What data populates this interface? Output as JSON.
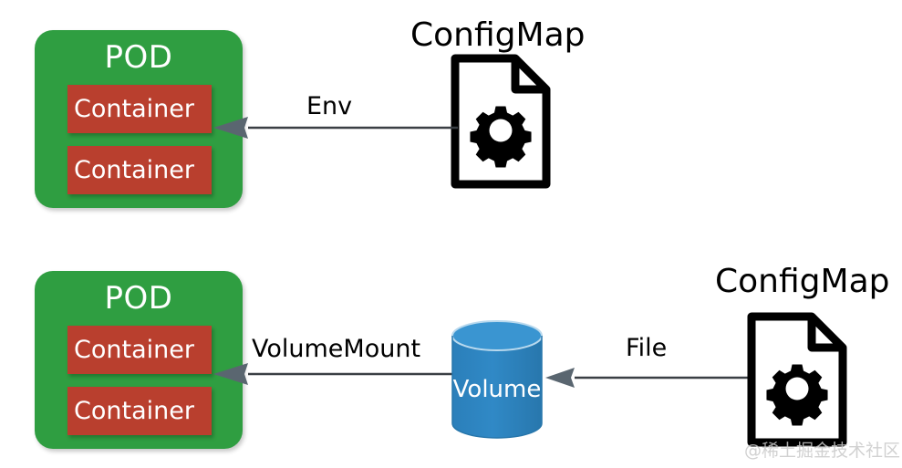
{
  "diagram": {
    "title_hidden": "Kubernetes ConfigMap consumption: Env and File/Volume",
    "background_color": "#ffffff",
    "colors": {
      "pod_green": "#2f9e41",
      "container_red": "#b93f2e",
      "volume_blue": "#2e86c1",
      "volume_blue_top": "#3a95d1",
      "arrow_gray": "#5a6670",
      "label_black": "#000000",
      "watermark_gray": "#c9c9c9"
    },
    "pods": [
      {
        "id": "pod-top",
        "title": "POD",
        "containers": [
          {
            "label": "Container"
          },
          {
            "label": "Container"
          }
        ]
      },
      {
        "id": "pod-bottom",
        "title": "POD",
        "containers": [
          {
            "label": "Container"
          },
          {
            "label": "Container"
          }
        ]
      }
    ],
    "configmaps": [
      {
        "id": "configmap-top",
        "label": "ConfigMap",
        "icon": "document-gear-icon"
      },
      {
        "id": "configmap-bottom",
        "label": "ConfigMap",
        "icon": "document-gear-icon"
      }
    ],
    "volume": {
      "id": "volume-cylinder",
      "label": "Volume",
      "shape": "cylinder"
    },
    "edges": [
      {
        "id": "edge-env",
        "label": "Env",
        "from": "configmap-top",
        "to": "pod-top",
        "direction": "left"
      },
      {
        "id": "edge-volumemount",
        "label": "VolumeMount",
        "from": "volume-cylinder",
        "to": "pod-bottom",
        "direction": "left"
      },
      {
        "id": "edge-file",
        "label": "File",
        "from": "configmap-bottom",
        "to": "volume-cylinder",
        "direction": "left"
      }
    ],
    "watermark": "@稀土掘金技术社区"
  }
}
